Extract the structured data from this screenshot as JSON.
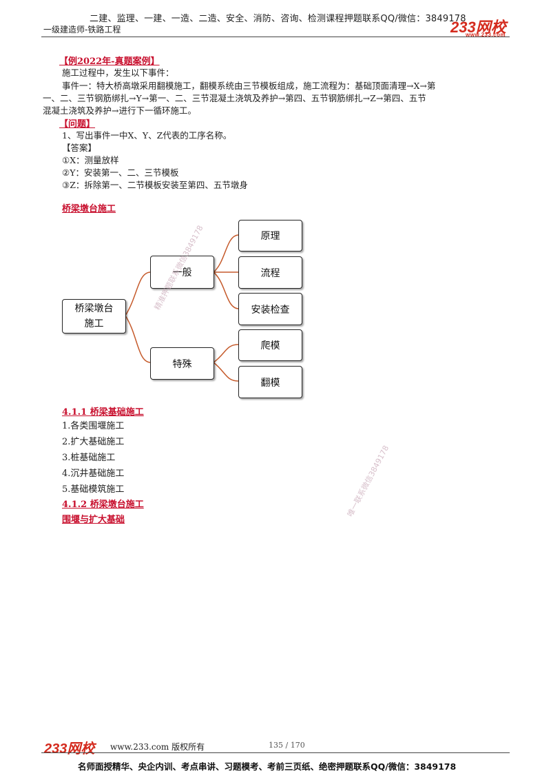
{
  "header": {
    "top_line": "二建、监理、一建、一造、二造、安全、消防、咨询、检测课程押题联系QQ/微信：3849178",
    "sub_title": "一级建造师-铁路工程",
    "logo_text": "233网校",
    "logo_url": "www.233.com"
  },
  "example": {
    "tag": "【例2022年-真题案例】",
    "intro": "施工过程中，发生以下事件：",
    "event_line1": "事件一：特大桥高墩采用翻模施工，翻模系统由三节模板组成，施工流程为：基础顶面清理→X→第",
    "event_line2": "一、二、三节钢筋绑扎→Y→第一、二、三节混凝土浇筑及养护→第四、五节钢筋绑扎→Z→第四、五节",
    "event_line3": "混凝土浇筑及养护→进行下一循环施工。",
    "question_tag": "【问题】",
    "question": "1、写出事件一中X、Y、Z代表的工序名称。",
    "answer_tag": "【答案】",
    "answers": [
      "①X：测量放样",
      "②Y：安装第一、二、三节模板",
      "③Z：拆除第一、二节模板安装至第四、五节墩身"
    ]
  },
  "section_title": "桥梁墩台施工",
  "mindmap": {
    "root_line1": "桥梁墩台",
    "root_line2": "施工",
    "branch_general": "一般",
    "branch_special": "特殊",
    "leaf_principle": "原理",
    "leaf_process": "流程",
    "leaf_inspection": "安装检查",
    "leaf_climbing": "爬模",
    "leaf_turning": "翻模",
    "line_color": "#c55a2b"
  },
  "sec_411": {
    "title": "4.1.1 桥梁基础施工",
    "items": [
      "1.各类围堰施工",
      "2.扩大基础施工",
      "3.桩基础施工",
      "4.沉井基础施工",
      "5.基础模筑施工"
    ]
  },
  "sec_412": {
    "title": "4.1.2 桥梁墩台施工",
    "subtitle": "围堰与扩大基础"
  },
  "watermarks": {
    "wm1": "精准押题联系微信3849178",
    "wm2": "唯一联系微信3849178"
  },
  "footer": {
    "logo_text": "233网校",
    "site": "www.233.com 版权所有",
    "page": "135 / 170",
    "bottom": "名师面授精华、央企内训、考点串讲、习题模考、考前三页纸、绝密押题联系QQ/微信：3849178"
  }
}
